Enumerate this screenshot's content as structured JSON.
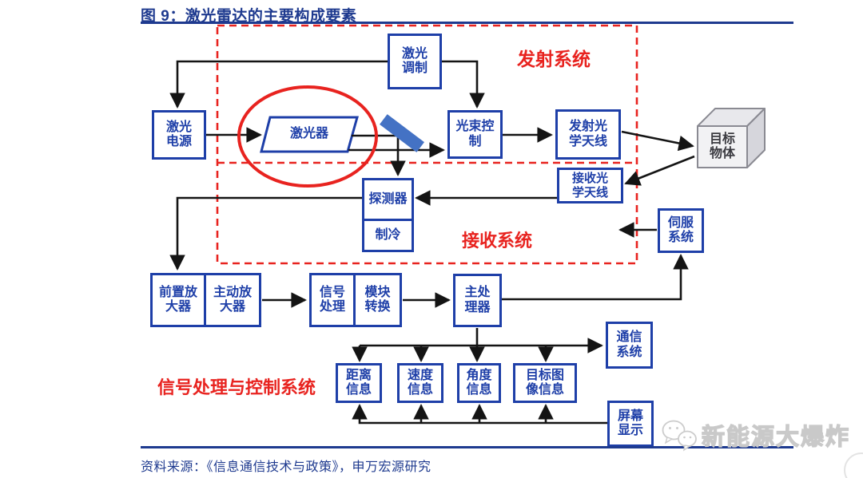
{
  "title": "图 9：激光雷达的主要构成要素",
  "source": "资料来源：《信息通信技术与政策》，申万宏源研究",
  "watermark": "新能源大爆炸",
  "colors": {
    "navy_title": "#1e3a8f",
    "node_blue": "#1e3fa8",
    "region_red": "#e8231f",
    "flow_line_black": "#141414",
    "mirror_blue": "#4472c4",
    "cube_gray": "#8a8a92"
  },
  "regions": {
    "transmit": "发射系统",
    "receive": "接收系统",
    "signal": "信号处理与控制系统"
  },
  "nodes": {
    "laser_power": {
      "label": "激光\n电源"
    },
    "laser_modulation": {
      "label": "激光\n调制"
    },
    "laser": {
      "label": "激光器"
    },
    "beam_control": {
      "label": "光束控\n制"
    },
    "transmit_antenna": {
      "label": "发射光\n学天线"
    },
    "receive_antenna": {
      "label": "接收光\n学天线"
    },
    "target": {
      "label": "目标\n物体"
    },
    "detector": {
      "label": "探测器"
    },
    "cooling": {
      "label": "制冷"
    },
    "servo": {
      "label": "伺服\n系统"
    },
    "preamp": {
      "label": "前置放\n大器"
    },
    "active_amp": {
      "label": "主动放\n大器"
    },
    "signal_proc": {
      "label": "信号\n处理"
    },
    "module_conv": {
      "label": "模块\n转换"
    },
    "main_proc": {
      "label": "主处\n理器"
    },
    "comm": {
      "label": "通信\n系统"
    },
    "distance": {
      "label": "距离\n信息"
    },
    "speed": {
      "label": "速度\n信息"
    },
    "angle": {
      "label": "角度\n信息"
    },
    "target_image": {
      "label": "目标图\n像信息"
    },
    "screen": {
      "label": "屏幕\n显示"
    }
  }
}
